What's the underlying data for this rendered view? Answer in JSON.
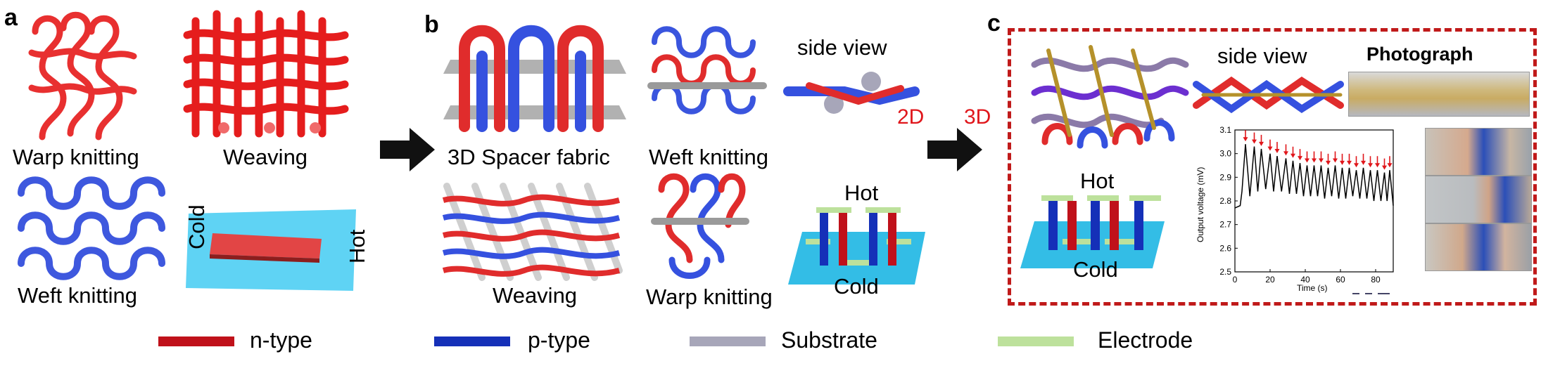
{
  "panels": {
    "a": {
      "label": "a",
      "warp_knitting": "Warp knitting",
      "weaving": "Weaving",
      "weft_knitting": "Weft knitting",
      "cold": "Cold",
      "hot": "Hot"
    },
    "b": {
      "label": "b",
      "spacer": "3D Spacer fabric",
      "weft_knitting": "Weft knitting",
      "side_view": "side view",
      "weaving": "Weaving",
      "warp_knitting": "Warp knitting",
      "hot": "Hot",
      "cold": "Cold",
      "dim": "2D"
    },
    "c": {
      "label": "c",
      "dim": "3D",
      "side_view": "side view",
      "photograph": "Photograph",
      "hot": "Hot",
      "cold": "Cold",
      "chart_ylabel": "Output voltage (mV)",
      "chart_xlabel": "Time (s)",
      "yticks": [
        "3.1",
        "3.0",
        "2.9",
        "2.8",
        "2.7",
        "2.6",
        "2.5"
      ],
      "xticks": [
        "0",
        "20",
        "40",
        "60",
        "80"
      ]
    }
  },
  "legend": [
    {
      "label": "n-type",
      "color": "#c0111a"
    },
    {
      "label": "p-type",
      "color": "#1530b8"
    },
    {
      "label": "Substrate",
      "color": "#a7a6b9"
    },
    {
      "label": "Electrode",
      "color": "#bde19c"
    }
  ],
  "chart_data": {
    "type": "line",
    "xlabel": "Time (s)",
    "ylabel": "Output voltage (mV)",
    "xlim": [
      0,
      90
    ],
    "ylim": [
      2.5,
      3.1
    ],
    "peaks_x": [
      6,
      11,
      15,
      20,
      24,
      29,
      33,
      37,
      41,
      45,
      49,
      53,
      57,
      61,
      65,
      69,
      73,
      77,
      81,
      85,
      88
    ],
    "peaks_y": [
      3.04,
      3.03,
      3.02,
      3.0,
      2.99,
      2.98,
      2.97,
      2.96,
      2.95,
      2.95,
      2.95,
      2.94,
      2.95,
      2.94,
      2.94,
      2.93,
      2.94,
      2.93,
      2.93,
      2.92,
      2.93
    ],
    "troughs_y": [
      2.82,
      2.84,
      2.85,
      2.84,
      2.84,
      2.83,
      2.83,
      2.82,
      2.82,
      2.82,
      2.81,
      2.82,
      2.81,
      2.81,
      2.82,
      2.81,
      2.81,
      2.8,
      2.8,
      2.8,
      2.78
    ],
    "baseline_start": 2.77,
    "arrows": "red downward arrows on every peak"
  }
}
